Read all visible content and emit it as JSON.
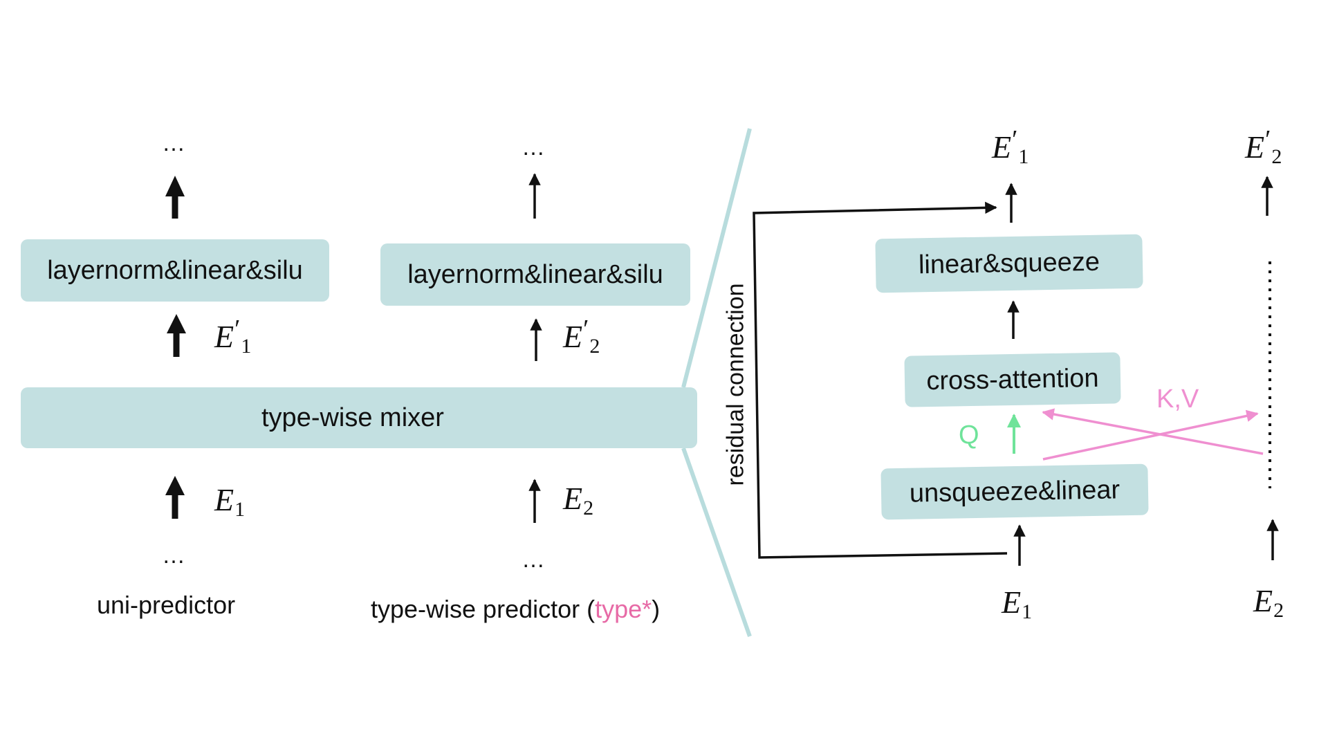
{
  "colors": {
    "box_fill": "#c3e0e1",
    "divider": "#b8dcdd",
    "query": "#6fe39a",
    "key_value": "#ef8fd0",
    "type_highlight": "#e76aa6",
    "ink": "#111111"
  },
  "left_panel": {
    "continuation": "…",
    "uni_predictor": {
      "caption": "uni-predictor",
      "block_label": "layernorm&linear&silu",
      "output": {
        "symbol": "E",
        "subscript": "1",
        "prime": "′"
      },
      "input": {
        "symbol": "E",
        "subscript": "1"
      }
    },
    "type_wise_predictor": {
      "caption_text": "type-wise predictor (",
      "caption_highlight": "type*",
      "caption_close": ")",
      "block_label": "layernorm&linear&silu",
      "output": {
        "symbol": "E",
        "subscript": "2",
        "prime": "′"
      },
      "input": {
        "symbol": "E",
        "subscript": "2"
      }
    },
    "mixer_label": "type-wise mixer"
  },
  "right_panel": {
    "residual_label": "residual connection",
    "blocks": {
      "top": "linear&squeeze",
      "middle": "cross-attention",
      "bottom": "unsqueeze&linear"
    },
    "query_label": "Q",
    "key_value_label": "K,V",
    "inputs": [
      {
        "symbol": "E",
        "subscript": "1"
      },
      {
        "symbol": "E",
        "subscript": "2"
      }
    ],
    "outputs": [
      {
        "symbol": "E",
        "subscript": "1",
        "prime": "′"
      },
      {
        "symbol": "E",
        "subscript": "2",
        "prime": "′"
      }
    ]
  }
}
